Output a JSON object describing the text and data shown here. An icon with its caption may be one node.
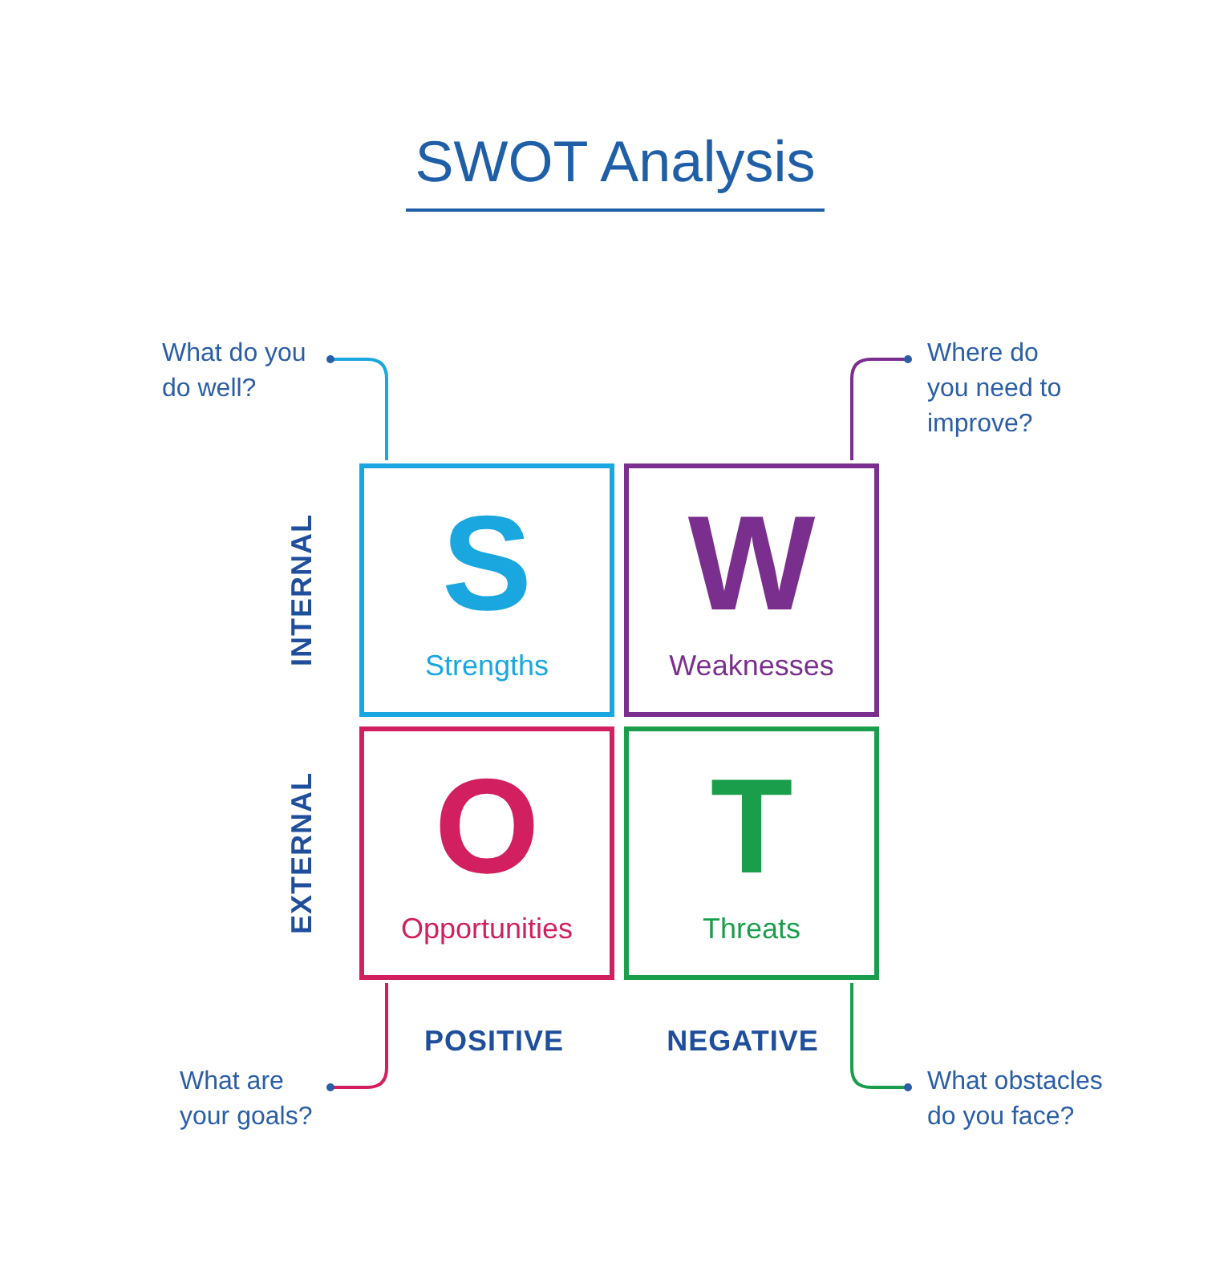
{
  "diagram": {
    "title": "SWOT Analysis",
    "nodes": [
      {
        "text": [
          "S",
          "Strengths"
        ]
      },
      {
        "text": [
          "W",
          "Weaknesses"
        ]
      },
      {
        "text": [
          "O",
          "Opportunities"
        ]
      },
      {
        "text": [
          "T",
          "Threats"
        ]
      },
      {
        "text": [
          "What do you do well?"
        ]
      },
      {
        "text": [
          "Where do you need to improve?"
        ]
      },
      {
        "text": [
          "What are your goals?"
        ]
      },
      {
        "text": [
          "What obstacles do you face?"
        ]
      }
    ],
    "edges": [
      {
        "from": 4,
        "to": 0,
        "arrow": "other",
        "color": "#1aa7df"
      },
      {
        "from": 5,
        "to": 1,
        "arrow": "other",
        "color": "#7a2f8f"
      },
      {
        "from": 6,
        "to": 2,
        "arrow": "other",
        "color": "#d21f5f"
      },
      {
        "from": 7,
        "to": 3,
        "arrow": "other",
        "color": "#1a9e4b"
      }
    ],
    "labels": [
      "INTERNAL",
      "EXTERNAL",
      "POSITIVE",
      "NEGATIVE"
    ]
  }
}
